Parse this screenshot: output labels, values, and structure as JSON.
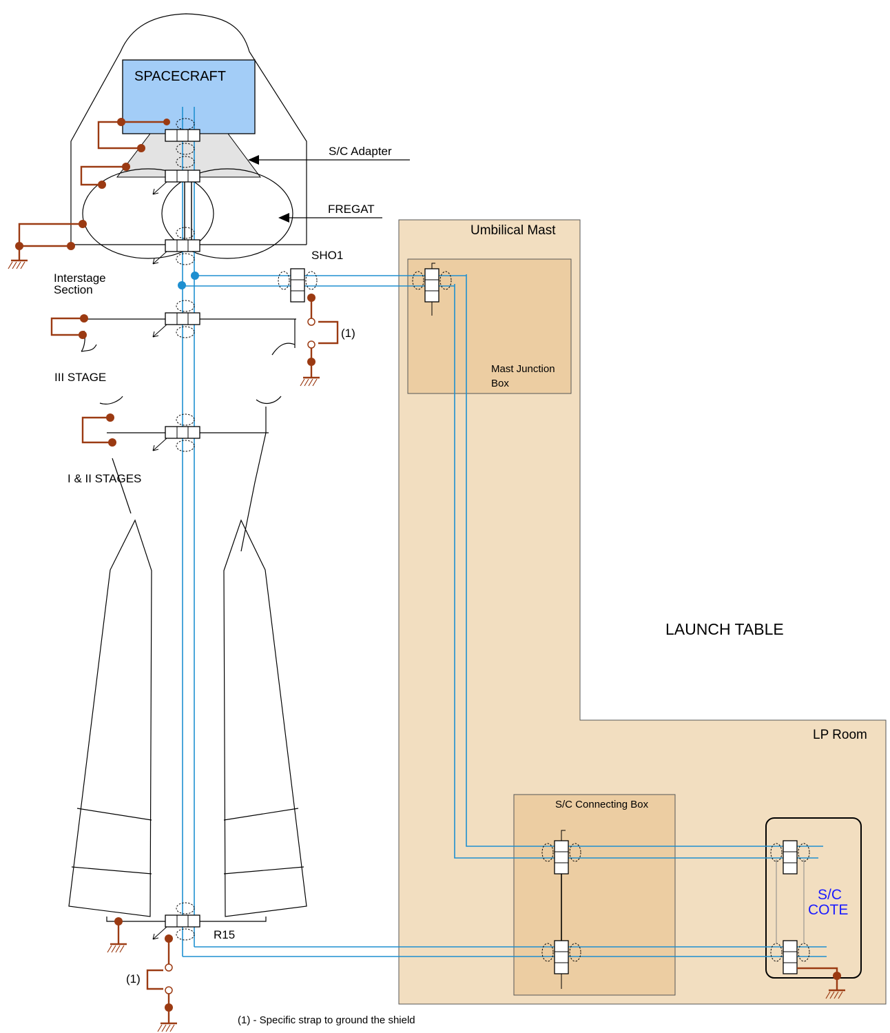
{
  "diagram": {
    "labels": {
      "spacecraft": "SPACECRAFT",
      "sc_adapter": "S/C Adapter",
      "fregat": "FREGAT",
      "interstage_line1": "Interstage",
      "interstage_line2": "Section",
      "iii_stage": "III STAGE",
      "i_ii_stages": "I & II STAGES",
      "sho1": "SHO1",
      "strap_note_ref": "(1)",
      "umbilical_mast": "Umbilical Mast",
      "mast_junction_box_line1": "Mast Junction",
      "mast_junction_box_line2": "Box",
      "launch_table": "LAUNCH  TABLE",
      "lp_room": "LP Room",
      "sc_connecting_box": "S/C Connecting Box",
      "sc_cote_line1": "S/C",
      "sc_cote_line2": "COTE",
      "r15": "R15",
      "footnote": "(1) - Specific strap to ground the shield"
    },
    "colors": {
      "spacecraft_fill": "#a3cdf7",
      "adapter_fill": "#e3e3e3",
      "launch_table_fill": "#f2deC0",
      "box_fill": "#eccda2",
      "cable": "#1e8fd0",
      "strap": "#9b3a12",
      "cote_text": "#1a1aff"
    }
  }
}
